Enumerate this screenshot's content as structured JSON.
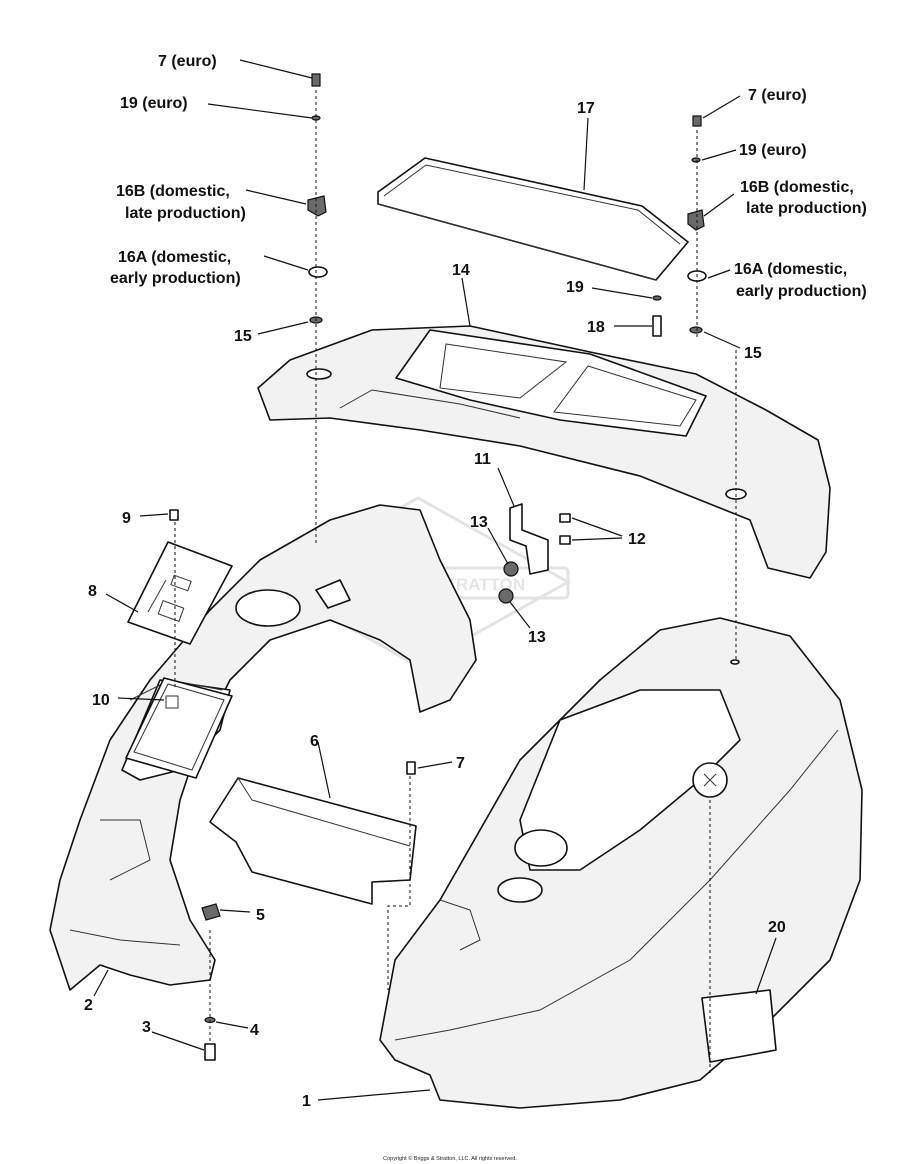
{
  "labels": {
    "l7_euro_left": "7  (euro)",
    "l19_euro_left": "19  (euro)",
    "l16b_left_1": "16B (domestic,",
    "l16b_left_2": "late production)",
    "l16a_left_1": "16A (domestic,",
    "l16a_left_2": "early production)",
    "l15_left": "15",
    "l17": "17",
    "l7_euro_right": "7  (euro)",
    "l19_euro_right": "19  (euro)",
    "l16b_right_1": "16B (domestic,",
    "l16b_right_2": "late production)",
    "l16a_right_1": "16A (domestic,",
    "l16a_right_2": "early production)",
    "l15_right": "15",
    "l14": "14",
    "l19_mid": "19",
    "l18": "18",
    "l11": "11",
    "l12": "12",
    "l13_top": "13",
    "l13_bottom": "13",
    "l9": "9",
    "l8": "8",
    "l10": "10",
    "l6": "6",
    "l7_mid": "7",
    "l5": "5",
    "l4": "4",
    "l3": "3",
    "l2": "2",
    "l1": "1",
    "l20": "20"
  },
  "watermark": "BRIGGS&STRATTON",
  "copyright": "Copyright © Briggs & Stratton, LLC. All rights reserved."
}
